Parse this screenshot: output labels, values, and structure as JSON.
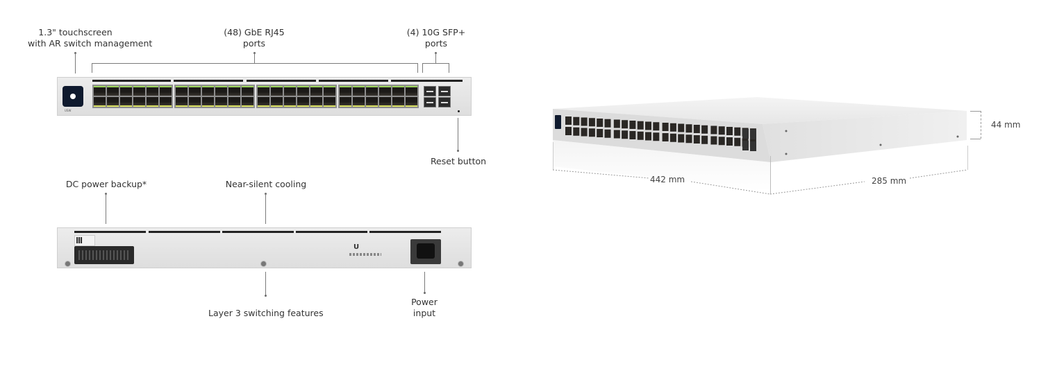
{
  "front_view": {
    "callouts": {
      "touchscreen": [
        "1.3\" touchscreen",
        "with AR switch management"
      ],
      "rj45": [
        "(48) GbE RJ45",
        "ports"
      ],
      "sfp": [
        "(4) 10G SFP+",
        "ports"
      ],
      "reset": "Reset button"
    },
    "rj45_port_count": 48,
    "sfp_port_count": 4,
    "model_label": "USW"
  },
  "rear_view": {
    "callouts": {
      "dc_power": "DC power backup*",
      "cooling": "Near-silent cooling",
      "layer3": "Layer 3 switching features",
      "power_input": [
        "Power",
        "input"
      ]
    }
  },
  "iso_view": {
    "dimensions": {
      "width": "442 mm",
      "depth": "285 mm",
      "height": "44 mm"
    }
  },
  "colors": {
    "chassis": "#e4e4e4",
    "screen": "#0f1a2e",
    "led_green": "#9ad35a",
    "led_yellow": "#d8e060",
    "callout_line": "#7a7a7a"
  }
}
